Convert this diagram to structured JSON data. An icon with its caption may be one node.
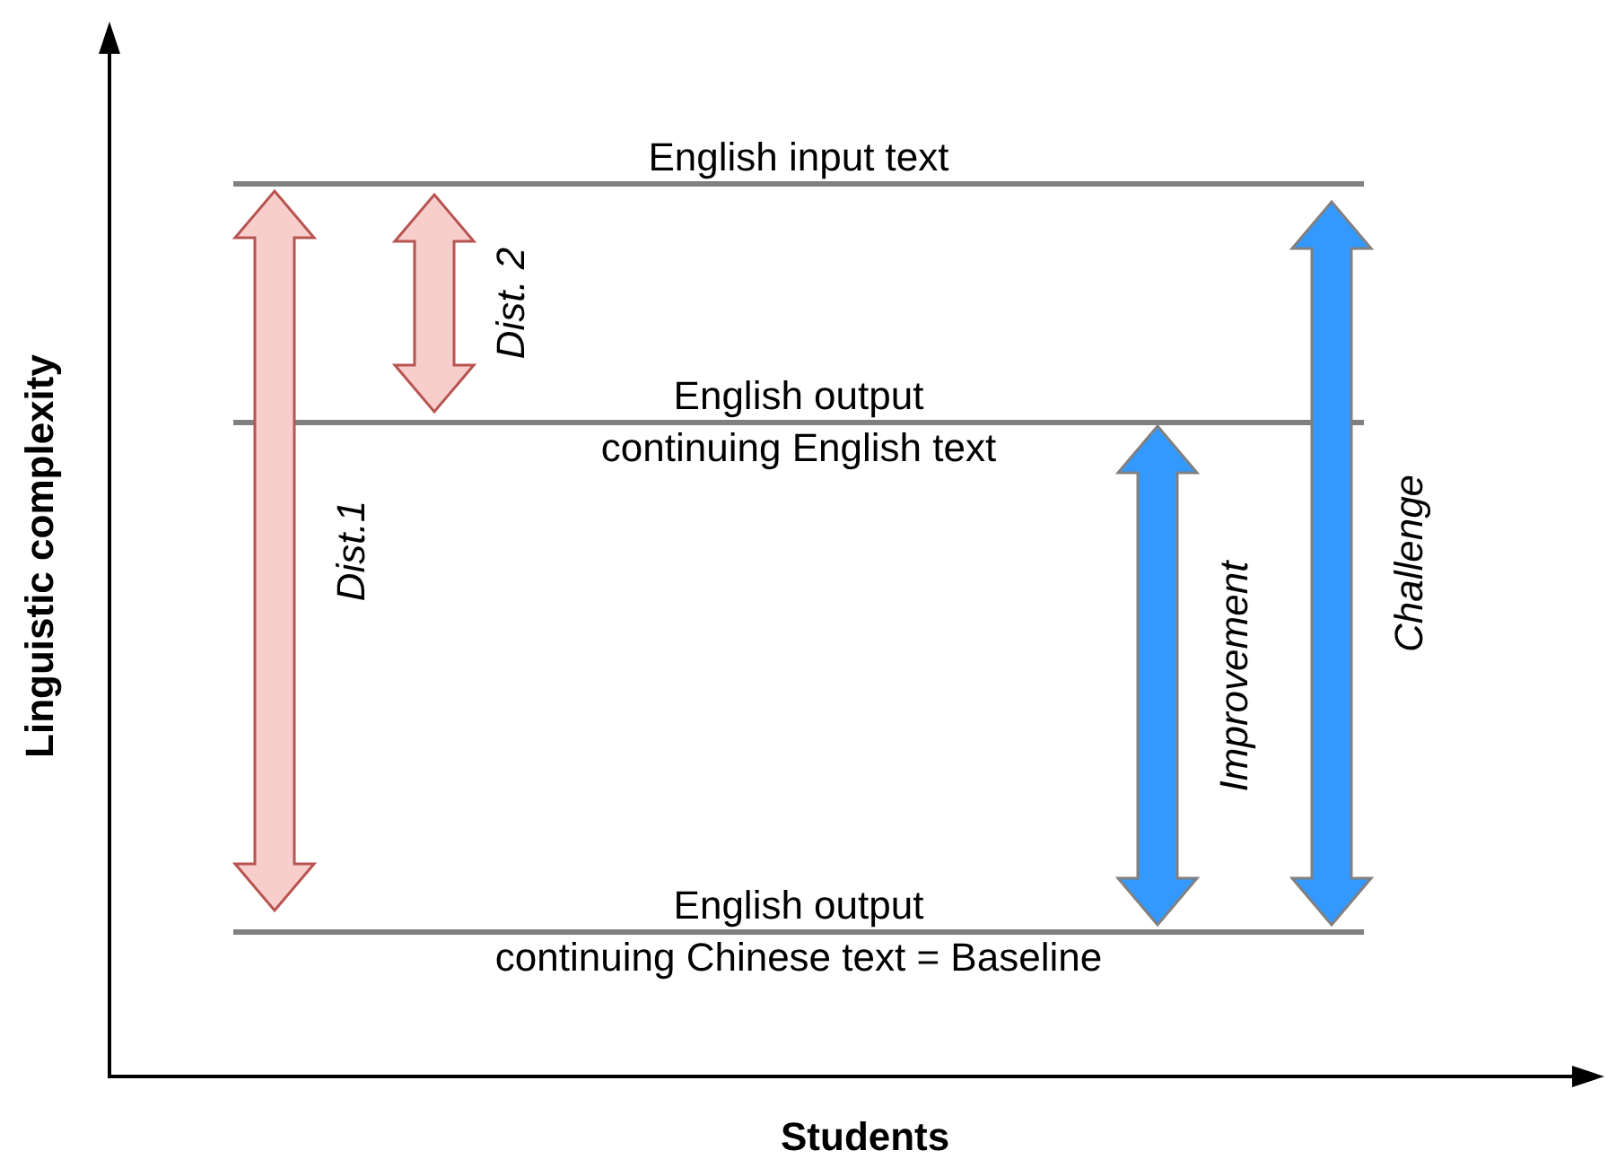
{
  "diagram": {
    "nodes": [
      {
        "text": [
          "English input text"
        ]
      },
      {
        "text": [
          "English output",
          "continuing English text"
        ]
      },
      {
        "text": [
          "English output",
          "continuing Chinese text = Baseline"
        ]
      }
    ],
    "edges": [
      {
        "from": 0,
        "to": 2,
        "arrow": "both",
        "label": "Dist.1",
        "color": "#f8cecc"
      },
      {
        "from": 0,
        "to": 1,
        "arrow": "both",
        "label": "Dist. 2",
        "color": "#f8cecc"
      },
      {
        "from": 1,
        "to": 2,
        "arrow": "both",
        "label": "Improvement",
        "color": "#3399ff"
      },
      {
        "from": 0,
        "to": 2,
        "arrow": "both",
        "label": "Challenge",
        "color": "#3399ff"
      }
    ],
    "labels": [
      "Linguistic complexity",
      "Students"
    ]
  }
}
